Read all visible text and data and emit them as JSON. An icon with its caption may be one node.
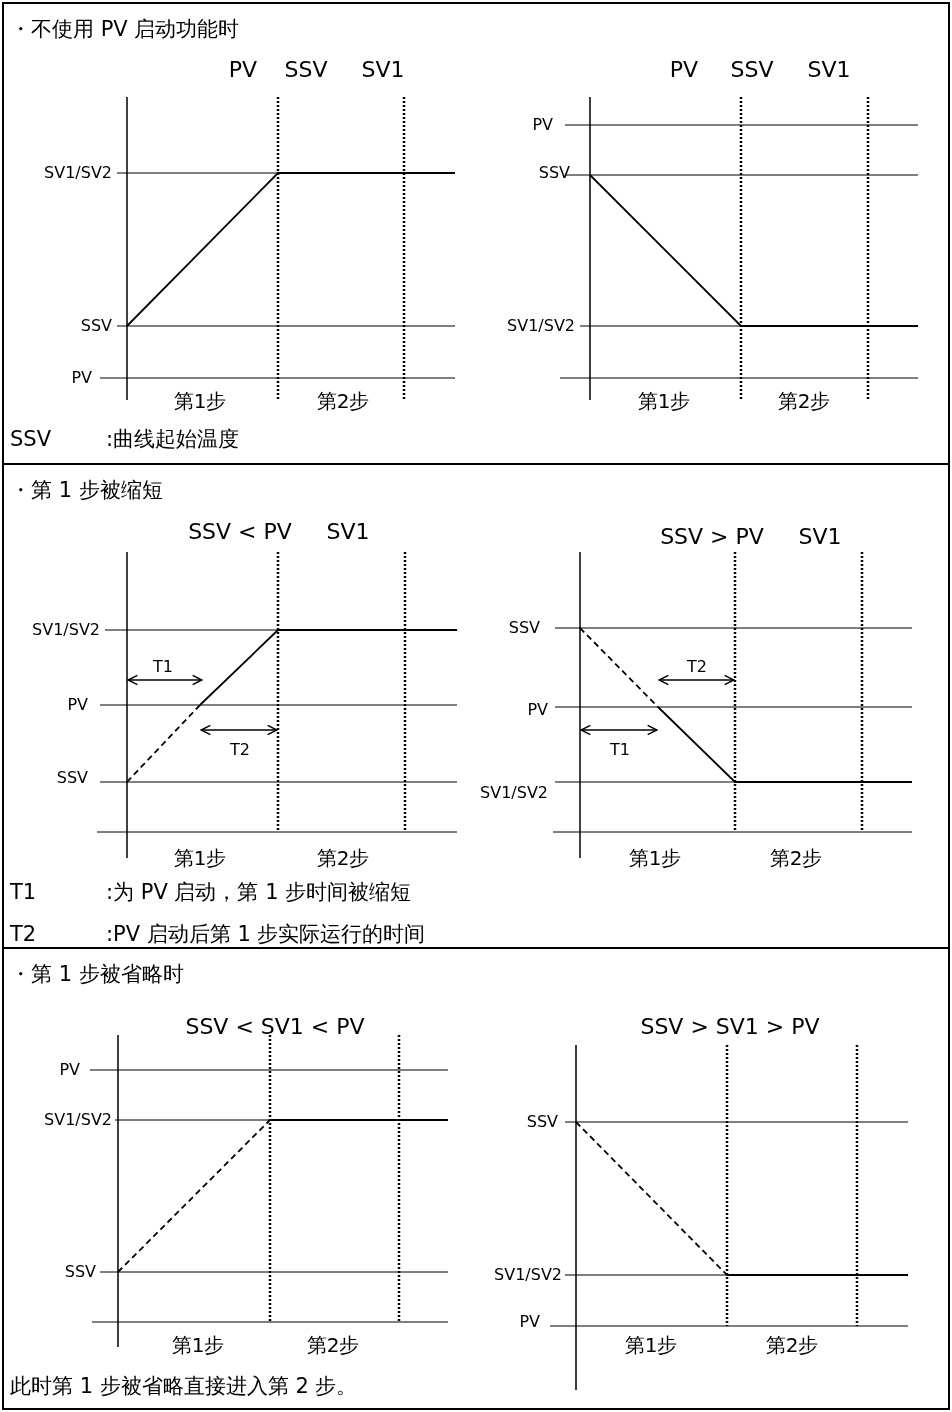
{
  "diagram": {
    "nodes": [
      {
        "text": [
          "・不使用 PV 启动功能时",
          "SSV",
          ":曲线起始温度"
        ]
      },
      {
        "text": [
          "・第 1 步被缩短",
          "T1",
          ":为 PV 启动，第 1 步时间被缩短",
          "T2",
          ":PV 启动后第 1 步实际运行的时间"
        ]
      },
      {
        "text": [
          "・第 1 步被省略时",
          "此时第 1 步被省略直接进入第 2 步。"
        ]
      }
    ],
    "labels": [
      "PV",
      "SSV",
      "SV1",
      "SV1/SV2",
      "SSV",
      "PV",
      "第1步",
      "第2步",
      "PV",
      "SSV",
      "SV1",
      "PV",
      "SSV",
      "SV1/SV2",
      "第1步",
      "第2步",
      "SSV < PV",
      "SV1",
      "SV1/SV2",
      "T1",
      "PV",
      "T2",
      "SSV",
      "第1步",
      "第2步",
      "SSV > PV",
      "SV1",
      "SSV",
      "T2",
      "PV",
      "T1",
      "SV1/SV2",
      "第1步",
      "第2步",
      "SSV < SV1 < PV",
      "PV",
      "SV1/SV2",
      "SSV",
      "第1步",
      "第2步",
      "SSV > SV1 > PV",
      "SSV",
      "SV1/SV2",
      "PV",
      "第1步",
      "第2步"
    ]
  }
}
